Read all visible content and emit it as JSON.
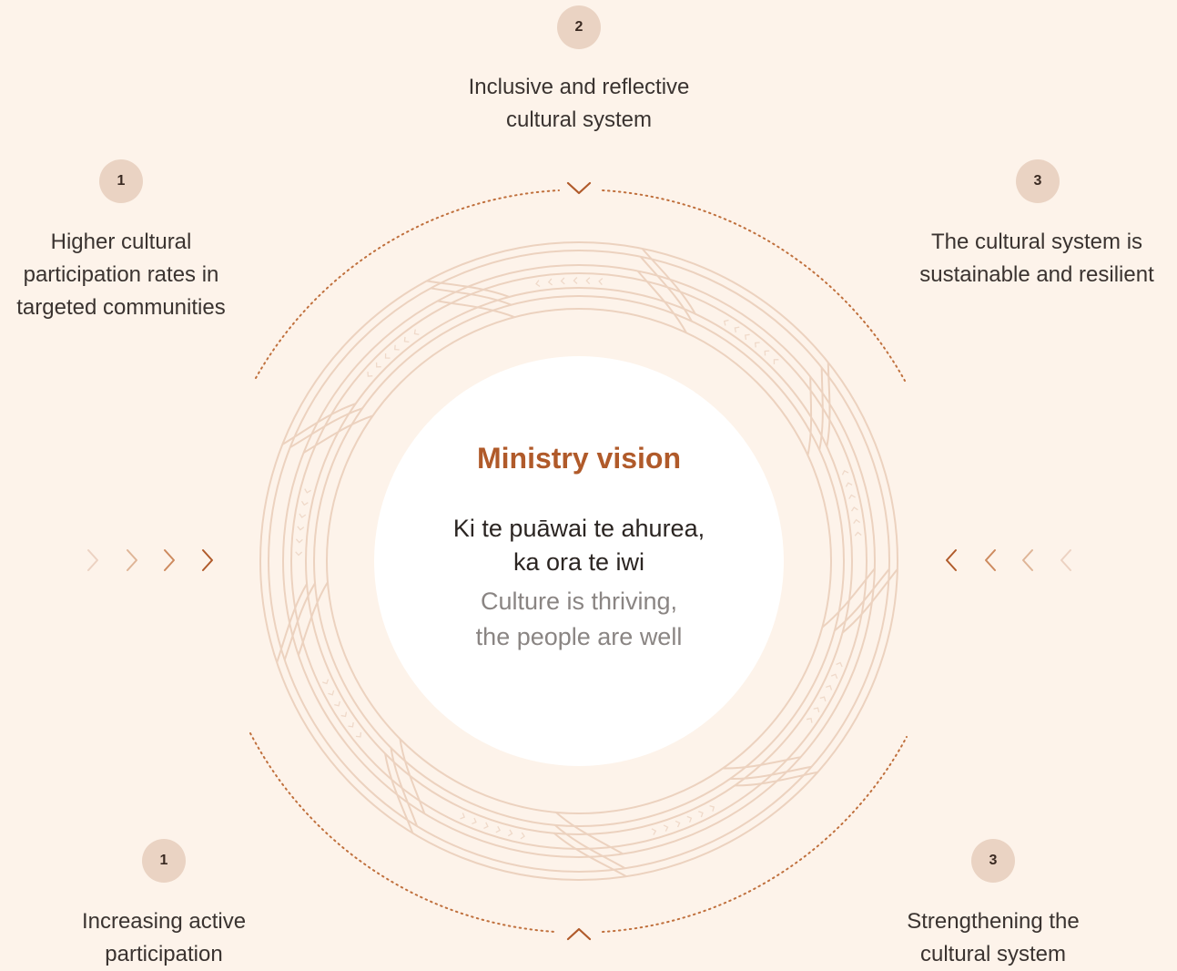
{
  "colors": {
    "background": "#fdf3ea",
    "accent": "#b05a2a",
    "badge": "#ead3c3",
    "weave": "#ecd2bf",
    "center_fill": "#ffffff"
  },
  "vision": {
    "title": "Ministry vision",
    "maori": "Ki te puāwai te ahurea,\nka ora te iwi",
    "english": "Culture is thriving,\nthe people are well"
  },
  "nodes": {
    "top": {
      "number": "2",
      "text": "Inclusive and reflective\ncultural system"
    },
    "upper_left": {
      "number": "1",
      "text": "Higher cultural\nparticipation rates in\ntargeted communities"
    },
    "upper_right": {
      "number": "3",
      "text": "The cultural system is\nsustainable and resilient"
    },
    "lower_left": {
      "number": "1",
      "text": "Increasing active\nparticipation"
    },
    "lower_right": {
      "number": "3",
      "text": "Strengthening the\ncultural system"
    }
  },
  "icons": {
    "left_arrows": "chevron-right-icon",
    "right_arrows": "chevron-left-icon",
    "top_marker": "chevron-down-icon",
    "bottom_marker": "chevron-up-icon"
  }
}
